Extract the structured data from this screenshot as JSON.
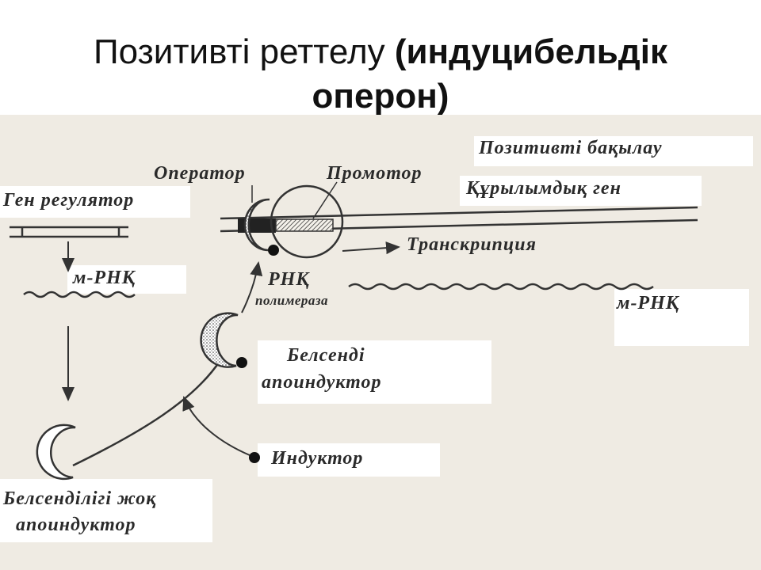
{
  "title": {
    "line1_normal": "Позитивті реттелу ",
    "line1_bold": "(индуцибельдік",
    "line2_bold": "оперон)"
  },
  "labels": {
    "positive_control": "Позитивті бақылау",
    "operator": "Оператор",
    "promoter": "Промотор",
    "structural_gene": "Құрылымдық ген",
    "gene_regulator": "Ген регулятор",
    "transcription": "Транскрипция",
    "mrna_left": "м-РНҚ",
    "rna": "РНҚ",
    "polymerase": "полимераза",
    "mrna_right": "м-РНҚ",
    "active_apoinductor_1": "Белсенді",
    "active_apoinductor_2": "апоиндуктор",
    "inductor": "Индуктор",
    "inactive_apoinductor_1": "Белсенділігі жоқ",
    "inactive_apoinductor_2": "апоиндуктор"
  }
}
